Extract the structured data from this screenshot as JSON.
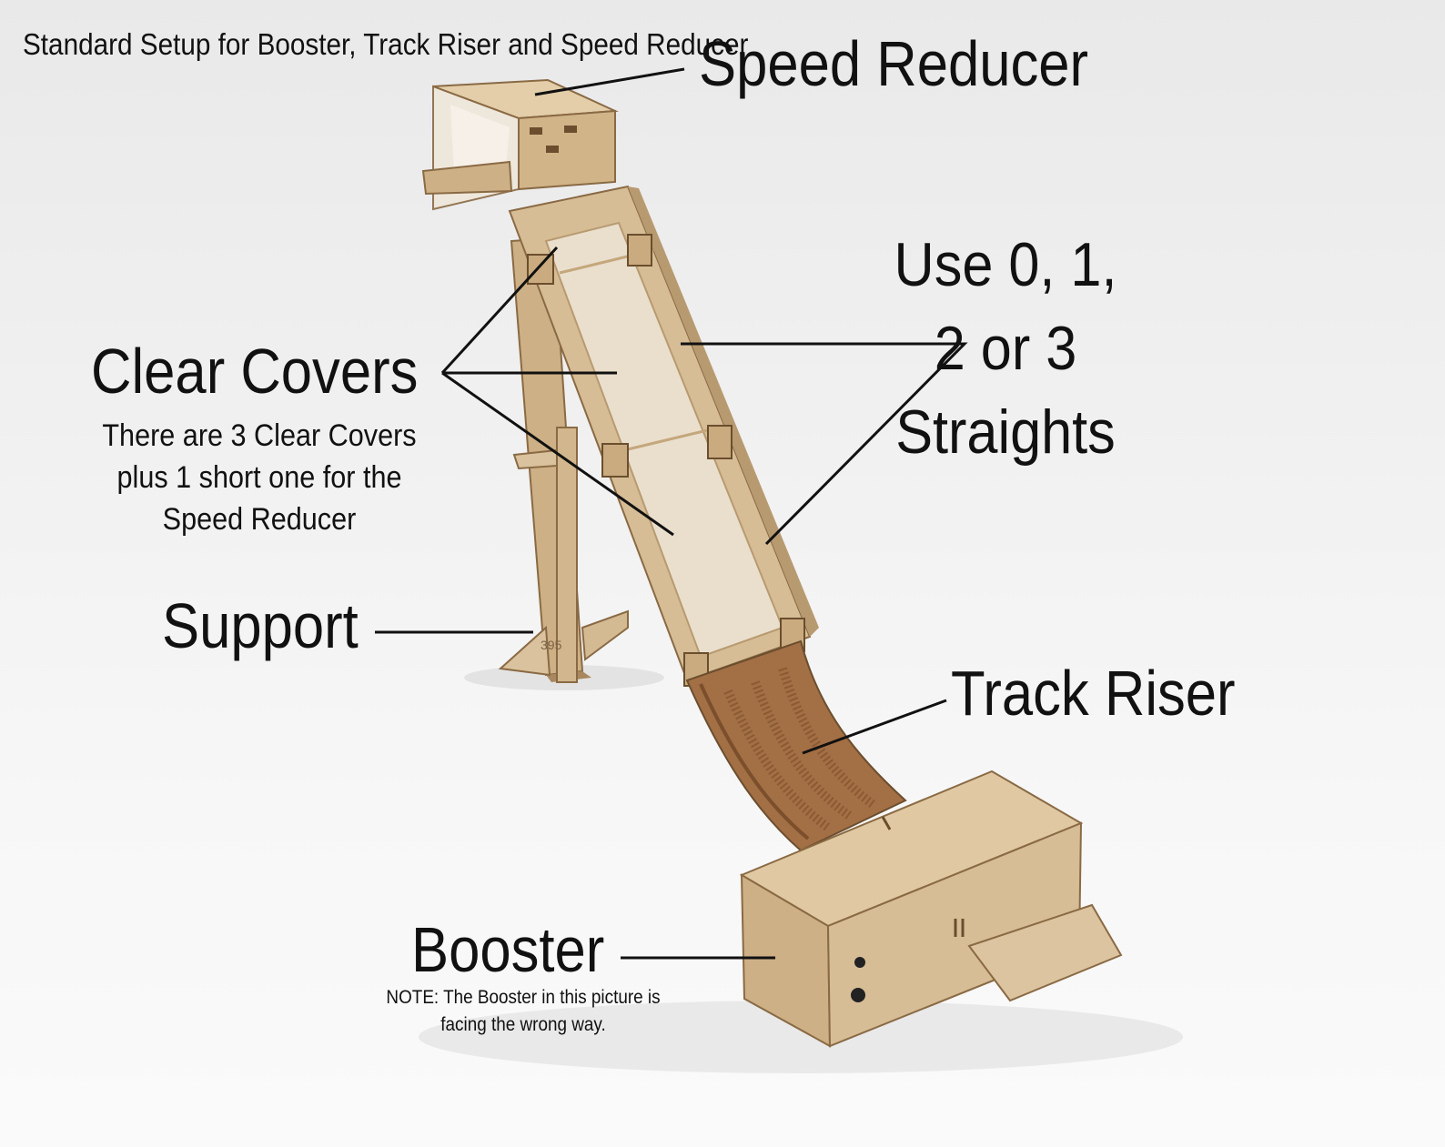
{
  "image": {
    "setup_title": "Standard Setup for Booster, Track Riser and Speed Reducer",
    "labels": {
      "speed_reducer": "Speed Reducer",
      "clear_covers": "Clear Covers",
      "clear_covers_note": "There are 3 Clear Covers plus 1 short one for the Speed Reducer",
      "straights": "Use 0, 1, 2 or 3 Straights",
      "support": "Support",
      "track_riser": "Track Riser",
      "booster": "Booster",
      "booster_note": "NOTE: The Booster in this picture is facing the wrong way."
    },
    "part_stamp": "395",
    "colors": {
      "wood": "#d6bd96",
      "wood_dark": "#b89a70",
      "edge": "#6b4e2e",
      "clear_cover": "#e8ddcb",
      "leader_line": "#111111"
    }
  }
}
